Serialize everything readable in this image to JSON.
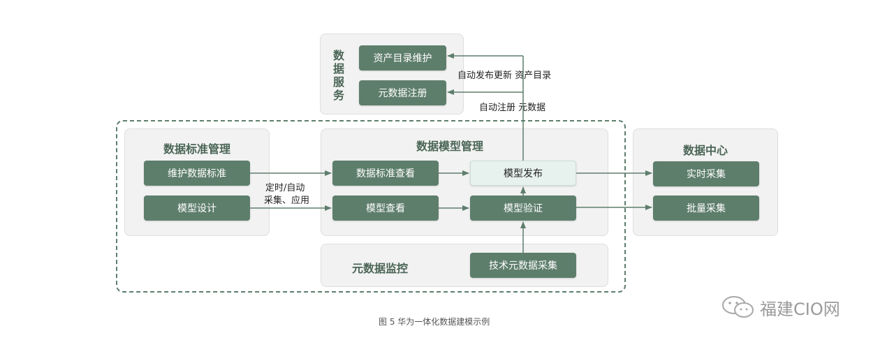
{
  "data_service": {
    "title": "数据服务",
    "items": [
      "资产目录维护",
      "元数据注册"
    ]
  },
  "standard_mgmt": {
    "title": "数据标准管理",
    "items": [
      "维护数据标准",
      "模型设计"
    ]
  },
  "model_mgmt": {
    "title": "数据模型管理",
    "items": [
      "数据标准查看",
      "模型查看",
      "模型发布",
      "模型验证"
    ]
  },
  "metadata_monitor": {
    "title": "元数据监控",
    "items": [
      "技术元数据采集"
    ]
  },
  "data_center": {
    "title": "数据中心",
    "items": [
      "实时采集",
      "批量采集"
    ]
  },
  "edge_labels": {
    "auto_publish": "自动发布更新 资产目录",
    "auto_register": "自动注册 元数据",
    "timed_line1": "定时/自动",
    "timed_line2": "采集、应用"
  },
  "caption": "图 5 华为一体化数据建模示例",
  "brand": "福建CIO网",
  "colors": {
    "box": "#5e7e6c",
    "title": "#4a6556",
    "panel": "#f2f2f2",
    "highlight": "#e7f1ee"
  }
}
